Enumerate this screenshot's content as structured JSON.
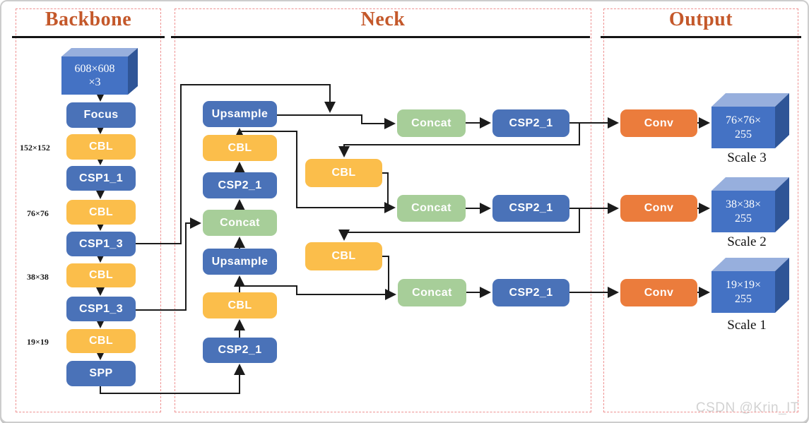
{
  "columns": {
    "backbone": {
      "title": "Backbone"
    },
    "neck": {
      "title": "Neck"
    },
    "output": {
      "title": "Output"
    }
  },
  "backbone": {
    "input_cube": {
      "line1": "608×608",
      "line2": "×3"
    },
    "nodes": [
      "Focus",
      "CBL",
      "CSP1_1",
      "CBL",
      "CSP1_3",
      "CBL",
      "CSP1_3",
      "CBL",
      "SPP"
    ],
    "size_labels": [
      "152×152",
      "76×76",
      "38×38",
      "19×19"
    ]
  },
  "neck": {
    "left_column": [
      "Upsample",
      "CBL",
      "CSP2_1",
      "Concat",
      "Upsample",
      "CBL",
      "CSP2_1"
    ],
    "mid_cbl": [
      "CBL",
      "CBL"
    ],
    "rows": [
      {
        "concat": "Concat",
        "csp": "CSP2_1"
      },
      {
        "concat": "Concat",
        "csp": "CSP2_1"
      },
      {
        "concat": "Concat",
        "csp": "CSP2_1"
      }
    ]
  },
  "output": {
    "rows": [
      {
        "conv": "Conv",
        "cube_line1": "76×76×",
        "cube_line2": "255",
        "scale": "Scale 3"
      },
      {
        "conv": "Conv",
        "cube_line1": "38×38×",
        "cube_line2": "255",
        "scale": "Scale 2"
      },
      {
        "conv": "Conv",
        "cube_line1": "19×19×",
        "cube_line2": "255",
        "scale": "Scale 1"
      }
    ]
  },
  "watermark": "CSDN @Krin_IT",
  "colors": {
    "node_blue": "#4A72B8",
    "node_yellow": "#FBBE4B",
    "node_green": "#A7CE99",
    "node_orange": "#EB7C3C",
    "cube_front": "#4472C4",
    "cube_top": "#97AFDD",
    "cube_side": "#2F5597",
    "title_text": "#C4582A",
    "dashed_border": "#EE9191",
    "wire": "#1b1b1b"
  }
}
